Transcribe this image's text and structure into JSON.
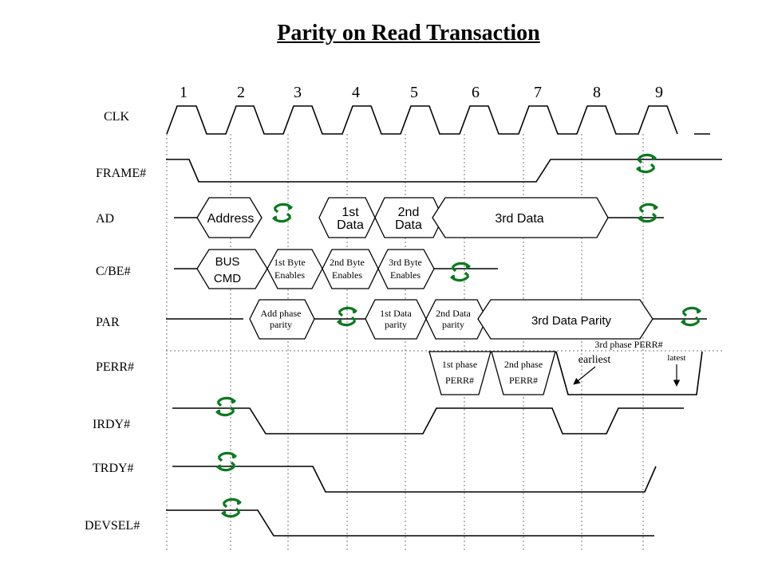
{
  "title": "Parity on Read Transaction",
  "clock_numbers": [
    "1",
    "2",
    "3",
    "4",
    "5",
    "6",
    "7",
    "8",
    "9"
  ],
  "signals": {
    "clk": "CLK",
    "frame": "FRAME#",
    "ad": "AD",
    "cbe": "C/BE#",
    "par": "PAR",
    "perr": "PERR#",
    "irdy": "IRDY#",
    "trdy": "TRDY#",
    "devsel": "DEVSEL#"
  },
  "ad": {
    "address": "Address",
    "data1": [
      "1st",
      "Data"
    ],
    "data2": [
      "2nd",
      "Data"
    ],
    "data3": "3rd Data"
  },
  "cbe": {
    "bus_cmd": [
      "BUS",
      "CMD"
    ],
    "be1": [
      "1st Byte",
      "Enables"
    ],
    "be2": [
      "2nd Byte",
      "Enables"
    ],
    "be3": [
      "3rd Byte",
      "Enables"
    ]
  },
  "par": {
    "add": [
      "Add phase",
      "parity"
    ],
    "d1": [
      "1st Data",
      "parity"
    ],
    "d2": [
      "2nd Data",
      "parity"
    ],
    "d3": "3rd Data Parity"
  },
  "perr": {
    "p1": [
      "1st phase",
      "PERR#"
    ],
    "p2": [
      "2nd phase",
      "PERR#"
    ],
    "p3_header": "3rd phase PERR#",
    "earliest": "earliest",
    "latest": "latest"
  },
  "colors": {
    "turnaround": "#0a7a1f",
    "line": "#000000",
    "grid": "#777777"
  },
  "icons": {
    "turnaround": "turnaround-cycle-icon"
  }
}
